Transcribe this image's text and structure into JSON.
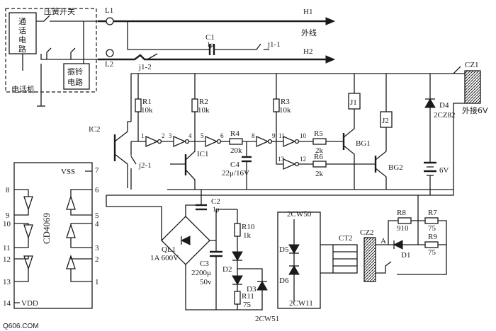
{
  "phone": {
    "reed_switch": "压簧开关",
    "talk_circuit": [
      "通",
      "话",
      "电",
      "路"
    ],
    "ring_circuit": [
      "振铃",
      "电路"
    ],
    "telephone": "电话机"
  },
  "lines": {
    "L1": "L1",
    "L2": "L2",
    "H1": "H1",
    "H2": "H2",
    "outer_line": "外线",
    "C1": "C1",
    "C1_val": "1μ",
    "j1_1": "j1-1",
    "j1_2": "j1-2",
    "j2_1": "j2-1"
  },
  "components": {
    "R1": "R1",
    "R1_val": "10k",
    "R2": "R2",
    "R2_val": "10k",
    "R3": "R3",
    "R3_val": "10k",
    "R4": "R4",
    "R4_val": "20k",
    "R5": "R5",
    "R5_val": "2k",
    "R6": "R6",
    "R6_val": "2k",
    "C4": "C4",
    "C4_val": "22μ/16V",
    "IC1": "IC1",
    "IC2": "IC2",
    "BG1": "BG1",
    "BG2": "BG2",
    "J1": "J1",
    "J2": "J2",
    "D4": "D4",
    "D4_val": "2CZ82",
    "battery": "6V",
    "CZ1": "CZ1",
    "ext6v": "外接6V",
    "C2": "C2",
    "C2_val": "1μ",
    "QL1": "QL1",
    "QL1_val": "1A  600V",
    "C3": "C3",
    "C3_val": "2200μ",
    "C3_volt": "50v",
    "R10": "R10",
    "R10_val": "1k",
    "D2": "D2",
    "D3": "D3",
    "R11": "R11",
    "R11_val": "75",
    "D5": "D5",
    "D6": "D6",
    "CW50": "2CW50",
    "CW11": "2CW11",
    "CW51": "2CW51",
    "CT2": "CT2",
    "CZ2": "CZ2",
    "A": "A",
    "R8": "R8",
    "R8_val": "910",
    "R7": "R7",
    "R7_val": "75",
    "R9": "R9",
    "R9_val": "75",
    "D1": "D1"
  },
  "gate_pins": [
    "1",
    "2",
    "3",
    "4",
    "5",
    "6",
    "8",
    "9",
    "11",
    "10",
    "13",
    "12"
  ],
  "chip": {
    "name": "CD4069",
    "vss": "VSS",
    "vdd": "VDD",
    "left_pins": [
      "8",
      "9",
      "10",
      "11",
      "12",
      "13",
      "14"
    ],
    "right_pins": [
      "7",
      "6",
      "5",
      "4",
      "3",
      "2",
      "1"
    ]
  },
  "watermark": "Q606.COM"
}
